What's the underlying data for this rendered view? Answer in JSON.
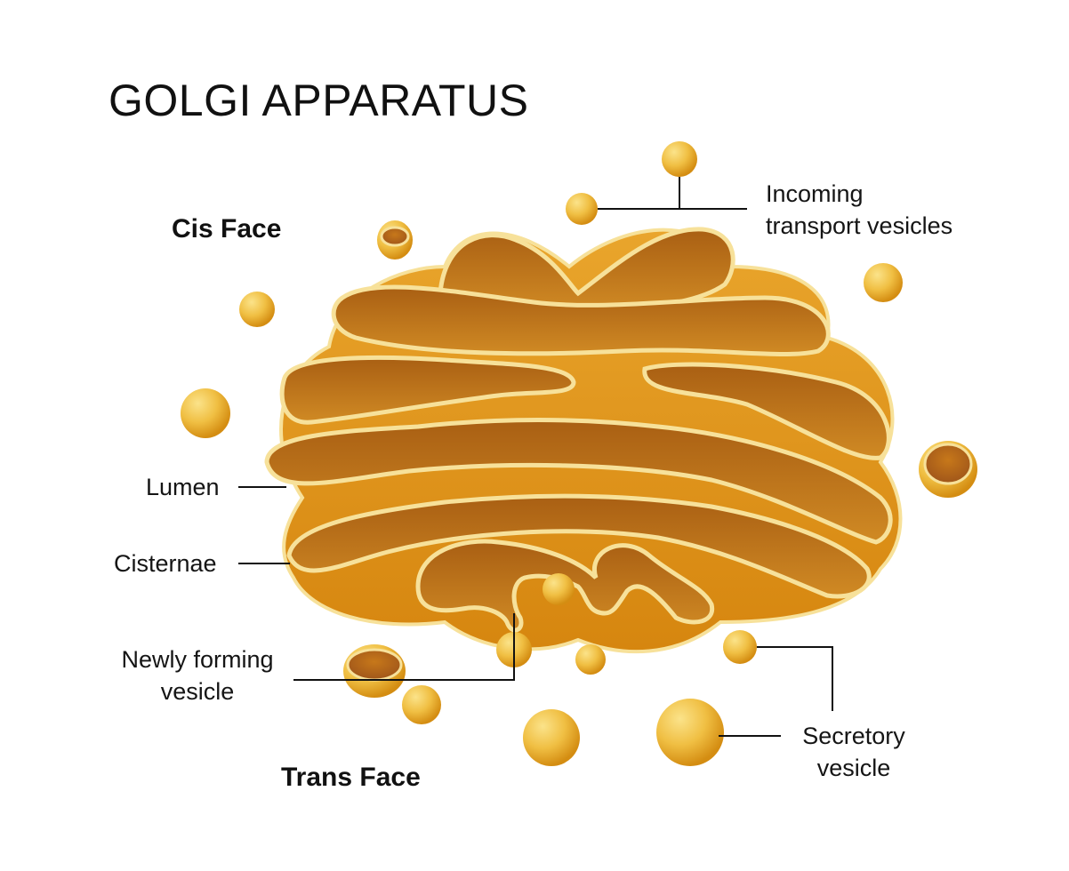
{
  "title": "GOLGI APPARATUS",
  "faces": {
    "cis": "Cis Face",
    "trans": "Trans Face"
  },
  "labels": {
    "incoming": [
      "Incoming",
      "transport vesicles"
    ],
    "lumen": "Lumen",
    "cisternae": "Cisternae",
    "newly_forming": [
      "Newly forming",
      "vesicle"
    ],
    "secretory": [
      "Secretory",
      "vesicle"
    ]
  },
  "colors": {
    "cisterna_outer": "#d98a12",
    "cisterna_dark": "#9a5412",
    "cisterna_rim": "#f7e19a",
    "vesicle_light": "#f6d46a",
    "vesicle_dark": "#d99414",
    "leader_line": "#111111"
  }
}
